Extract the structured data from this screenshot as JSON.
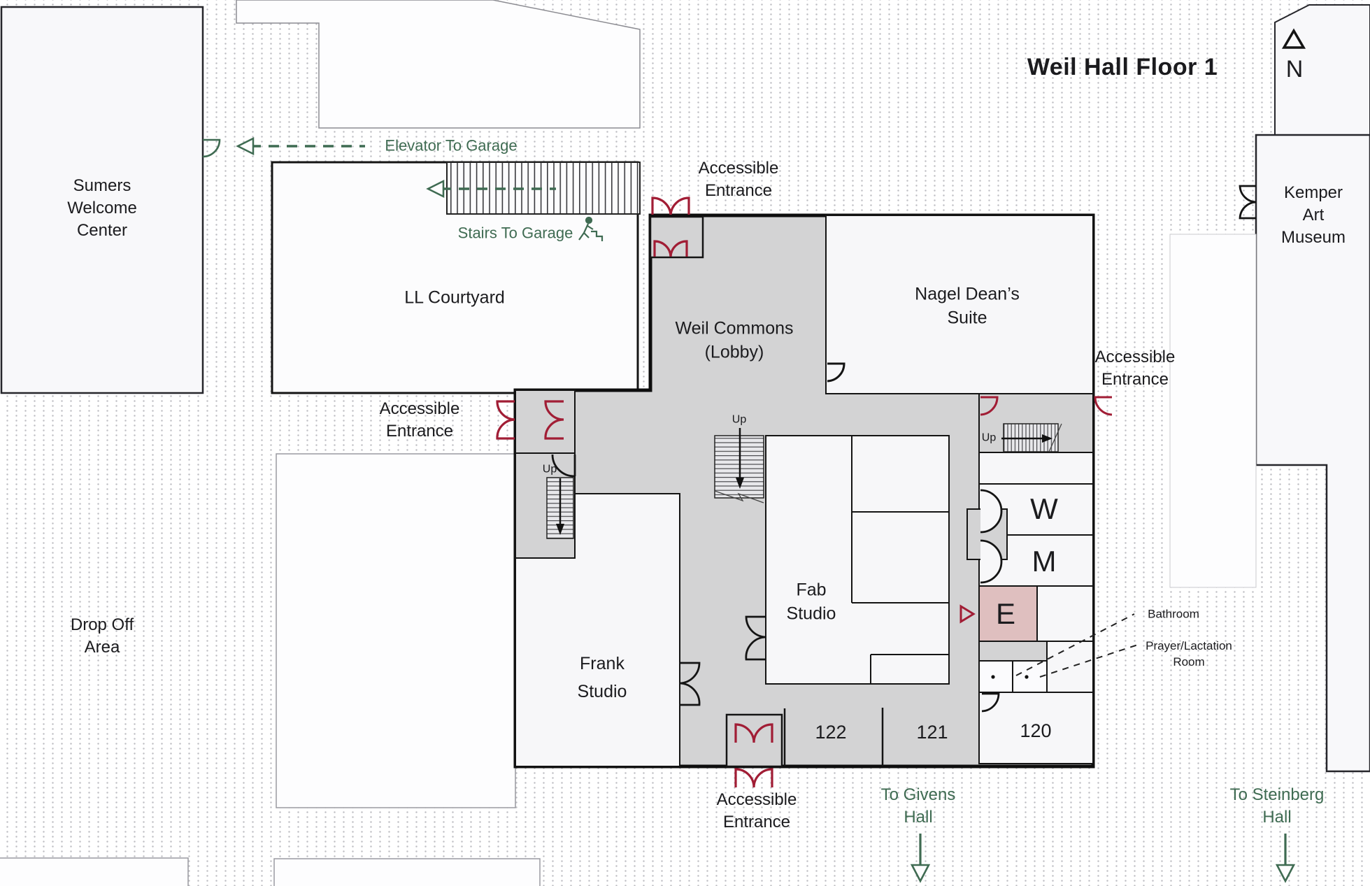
{
  "title": "Weil Hall Floor 1",
  "compass": {
    "north_label": "N"
  },
  "colors": {
    "accent_green": "#3F6B52",
    "accent_red": "#A11D35",
    "building_gray": "#D3D3D4",
    "elevator_pink": "#DFBFBF"
  },
  "neighboring_buildings": {
    "sumers": {
      "l1": "Sumers",
      "l2": "Welcome",
      "l3": "Center"
    },
    "kemper": {
      "l1": "Kemper",
      "l2": "Art",
      "l3": "Museum"
    },
    "ll_courtyard": {
      "name": "LL Courtyard"
    },
    "drop_off": {
      "l1": "Drop Off",
      "l2": "Area"
    }
  },
  "rooms": {
    "weil_commons": {
      "l1": "Weil Commons",
      "l2": "(Lobby)"
    },
    "nagel": {
      "l1": "Nagel Dean’s",
      "l2": "Suite"
    },
    "frank": {
      "l1": "Frank",
      "l2": "Studio"
    },
    "fab": {
      "l1": "Fab",
      "l2": "Studio"
    },
    "room_122": "122",
    "room_121": "121",
    "room_120": "120",
    "women": "W",
    "men": "M",
    "elevator": "E"
  },
  "annotations": {
    "accessible_entrance": {
      "l1": "Accessible",
      "l2": "Entrance"
    },
    "elevator_to_garage": "Elevator To Garage",
    "stairs_to_garage": "Stairs To Garage",
    "up": "Up",
    "bathroom": "Bathroom",
    "prayer": {
      "l1": "Prayer/Lactation",
      "l2": "Room"
    },
    "to_givens": {
      "l1": "To Givens",
      "l2": "Hall"
    },
    "to_steinberg": {
      "l1": "To Steinberg",
      "l2": "Hall"
    }
  }
}
